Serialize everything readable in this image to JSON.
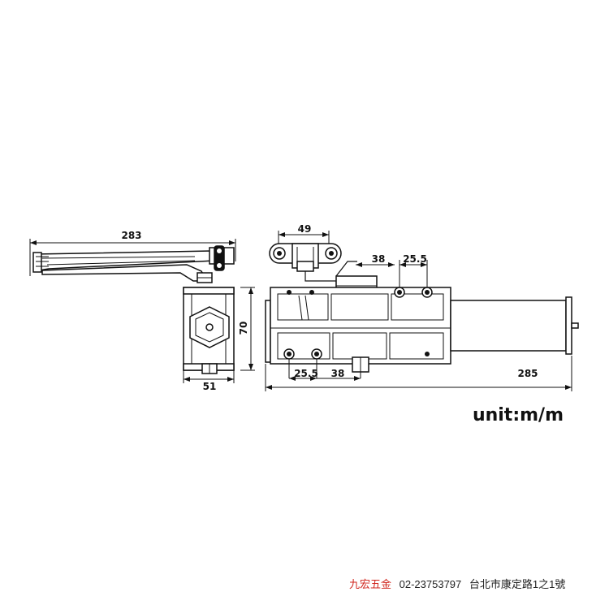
{
  "dimensions": {
    "arm_length": "283",
    "body_depth": "51",
    "body_height": "70",
    "bracket_width": "49",
    "top_offset": "38",
    "top_hole_spacing": "25.5",
    "bottom_hole_spacing": "25.5",
    "bottom_offset": "38",
    "body_length": "285"
  },
  "unit_label": "unit:m/m",
  "footer": {
    "brand": "九宏五金",
    "phone": "02-23753797",
    "address": "台北市康定路1之1號"
  }
}
